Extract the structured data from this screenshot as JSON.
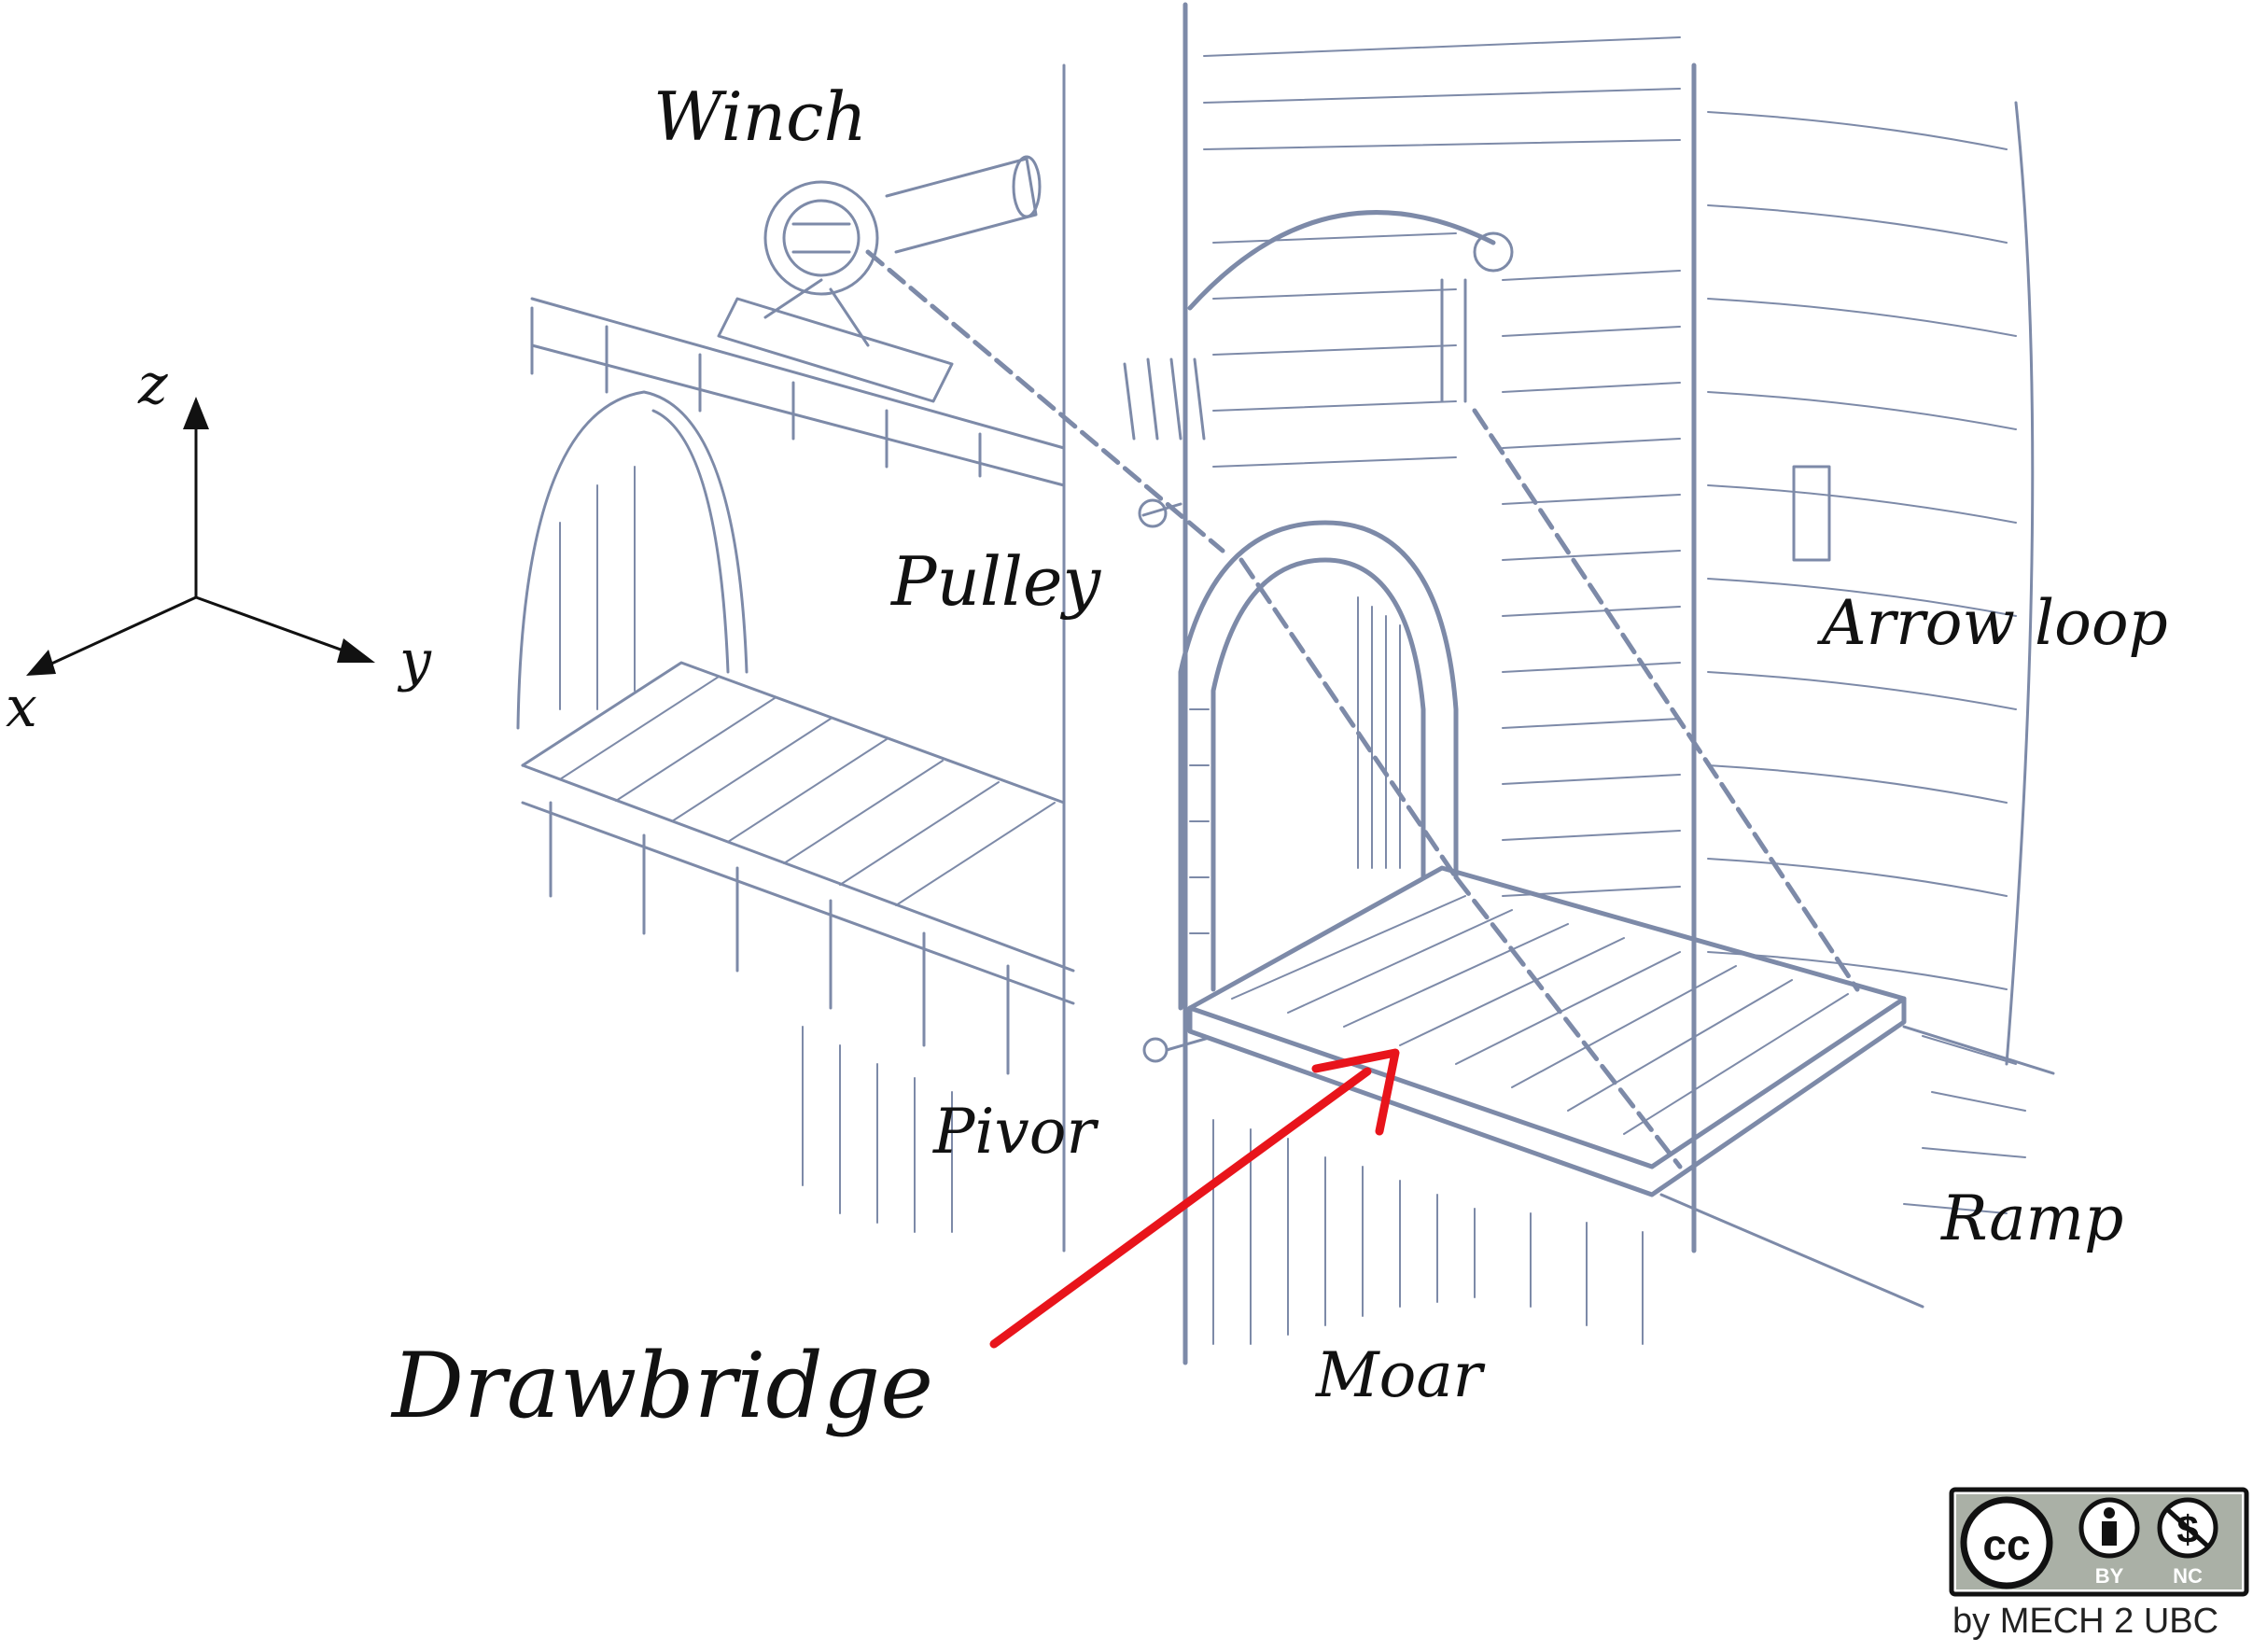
{
  "labels": {
    "winch": "Winch",
    "pulley": "Pulley",
    "arrow_loop": "Arrow loop",
    "pivot": "Pivor",
    "ramp": "Ramp",
    "moat": "Moar",
    "drawbridge": "Drawbridge"
  },
  "axes": {
    "x": "x",
    "y": "y",
    "z": "z"
  },
  "license": {
    "badges": [
      "BY",
      "NC"
    ],
    "credit": "by MECH 2 UBC"
  },
  "colors": {
    "sketch": "#7d8aa8",
    "arrow": "#e8141b",
    "text": "#111111"
  },
  "icons": [
    "cc-logo-icon",
    "attribution-person-icon",
    "noncommercial-dollar-icon"
  ]
}
